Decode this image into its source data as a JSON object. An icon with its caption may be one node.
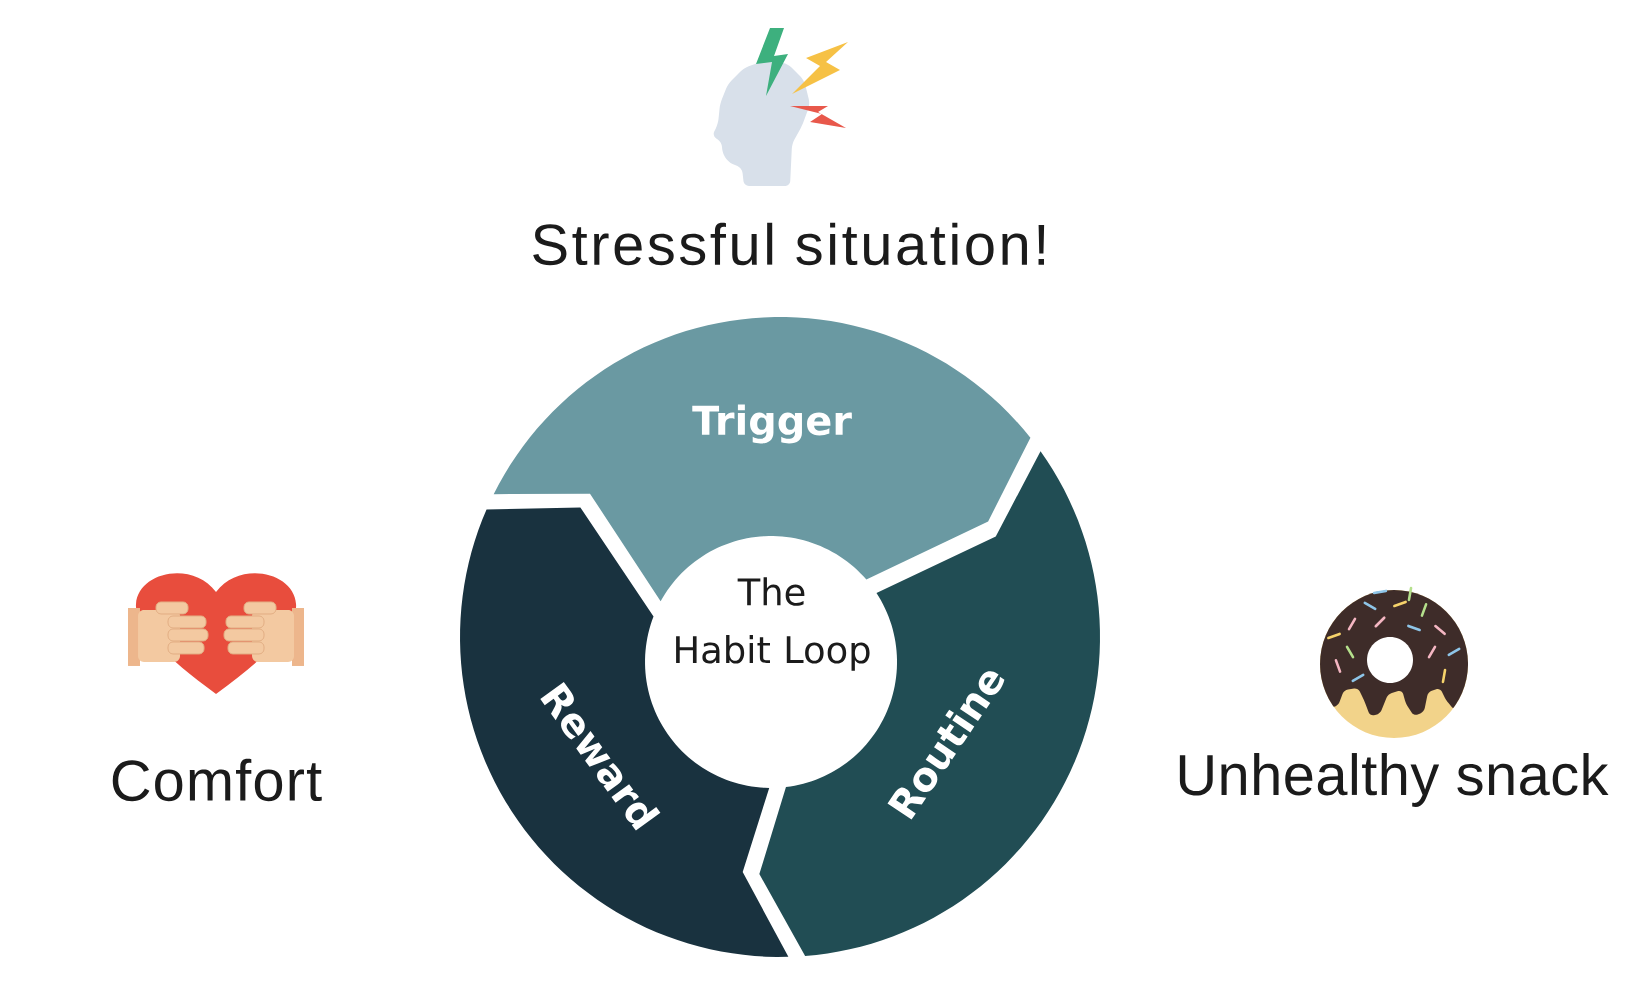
{
  "diagram": {
    "nodes": [
      {
        "text": [
          "Trigger"
        ],
        "beside": [
          "Stressful situation!"
        ]
      },
      {
        "text": [
          "Routine"
        ],
        "beside": [
          "Unhealthy snack"
        ]
      },
      {
        "text": [
          "Reward"
        ],
        "beside": [
          "Comfort"
        ]
      },
      {
        "text": [
          "The Habit Loop"
        ]
      }
    ]
  }
}
